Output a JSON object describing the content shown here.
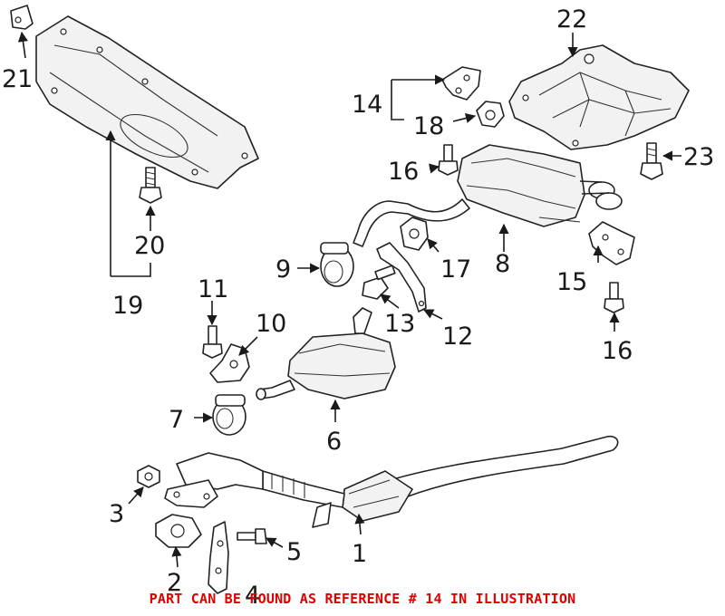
{
  "callouts": {
    "c1": "1",
    "c2": "2",
    "c3": "3",
    "c4": "4",
    "c5": "5",
    "c6": "6",
    "c7": "7",
    "c8": "8",
    "c9": "9",
    "c10": "10",
    "c11": "11",
    "c12": "12",
    "c13": "13",
    "c14": "14",
    "c15": "15",
    "c16a": "16",
    "c16b": "16",
    "c17": "17",
    "c18": "18",
    "c19": "19",
    "c20": "20",
    "c21": "21",
    "c22": "22",
    "c23": "23"
  },
  "note": "PART CAN BE FOUND AS REFERENCE # 14 IN ILLUSTRATION",
  "colors": {
    "note": "#e00000",
    "line": "#1a1a1a"
  }
}
